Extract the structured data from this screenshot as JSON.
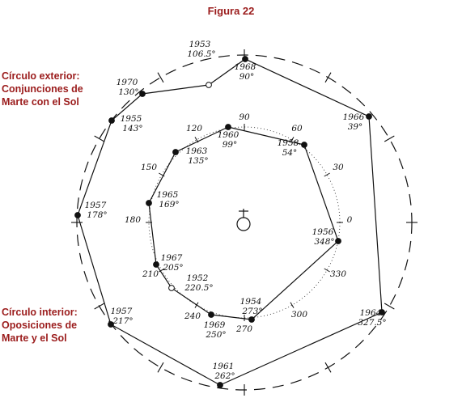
{
  "title": "Figura 22",
  "legends": {
    "outer": [
      "Círculo exterior:",
      "Conjunciones de",
      "Marte con el Sol"
    ],
    "inner": [
      "Círculo interior:",
      "Oposiciones de",
      "Marte y el Sol"
    ]
  },
  "outer_points": [
    {
      "year": "1953",
      "deg": "106.5°",
      "hollow": true
    },
    {
      "year": "1968",
      "deg": "90°"
    },
    {
      "year": "1966",
      "deg": "39°"
    },
    {
      "year": "1964",
      "deg": "327.5°"
    },
    {
      "year": "1961",
      "deg": "262°"
    },
    {
      "year": "1957",
      "deg": "217°"
    },
    {
      "year": "1957",
      "deg": "178°"
    },
    {
      "year": "1955",
      "deg": "143°"
    },
    {
      "year": "1970",
      "deg": "130°"
    }
  ],
  "inner_points": [
    {
      "year": "1960",
      "deg": "99°"
    },
    {
      "year": "1958",
      "deg": "54°"
    },
    {
      "year": "1956",
      "deg": "348°"
    },
    {
      "year": "1954",
      "deg": "273°"
    },
    {
      "year": "1969",
      "deg": "250°"
    },
    {
      "year": "1952",
      "deg": "220.5°",
      "hollow": true
    },
    {
      "year": "1967",
      "deg": "205°"
    },
    {
      "year": "1965",
      "deg": "169°"
    },
    {
      "year": "1963",
      "deg": "135°"
    }
  ],
  "inner_scale": [
    "90",
    "60",
    "30",
    "0",
    "330",
    "300",
    "270",
    "240",
    "210",
    "180",
    "150",
    "120"
  ]
}
